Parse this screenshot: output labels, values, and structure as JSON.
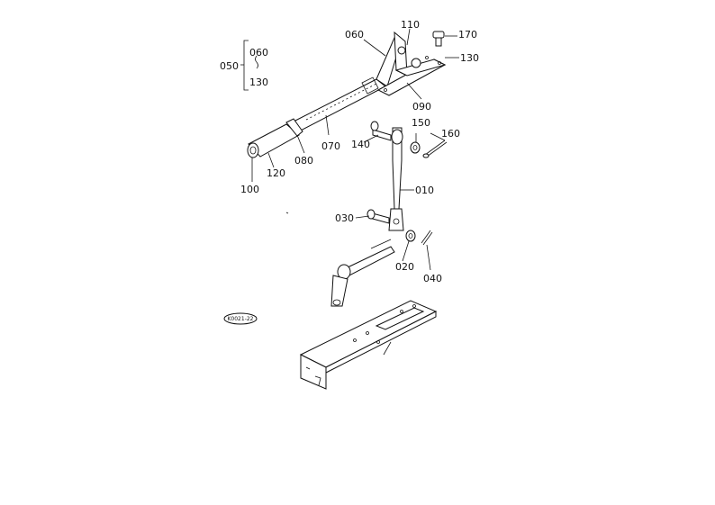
{
  "diagram": {
    "drawing_code": "K0021-22",
    "callouts": [
      {
        "id": "050",
        "text": "050"
      },
      {
        "id": "060a",
        "text": "060"
      },
      {
        "id": "130a",
        "text": "130"
      },
      {
        "id": "060",
        "text": "060"
      },
      {
        "id": "110",
        "text": "110"
      },
      {
        "id": "170",
        "text": "170"
      },
      {
        "id": "130",
        "text": "130"
      },
      {
        "id": "090",
        "text": "090"
      },
      {
        "id": "150",
        "text": "150"
      },
      {
        "id": "160",
        "text": "160"
      },
      {
        "id": "140",
        "text": "140"
      },
      {
        "id": "070",
        "text": "070"
      },
      {
        "id": "080",
        "text": "080"
      },
      {
        "id": "120",
        "text": "120"
      },
      {
        "id": "100",
        "text": "100"
      },
      {
        "id": "010",
        "text": "010"
      },
      {
        "id": "030",
        "text": "030"
      },
      {
        "id": "020",
        "text": "020"
      },
      {
        "id": "040",
        "text": "040"
      }
    ]
  }
}
